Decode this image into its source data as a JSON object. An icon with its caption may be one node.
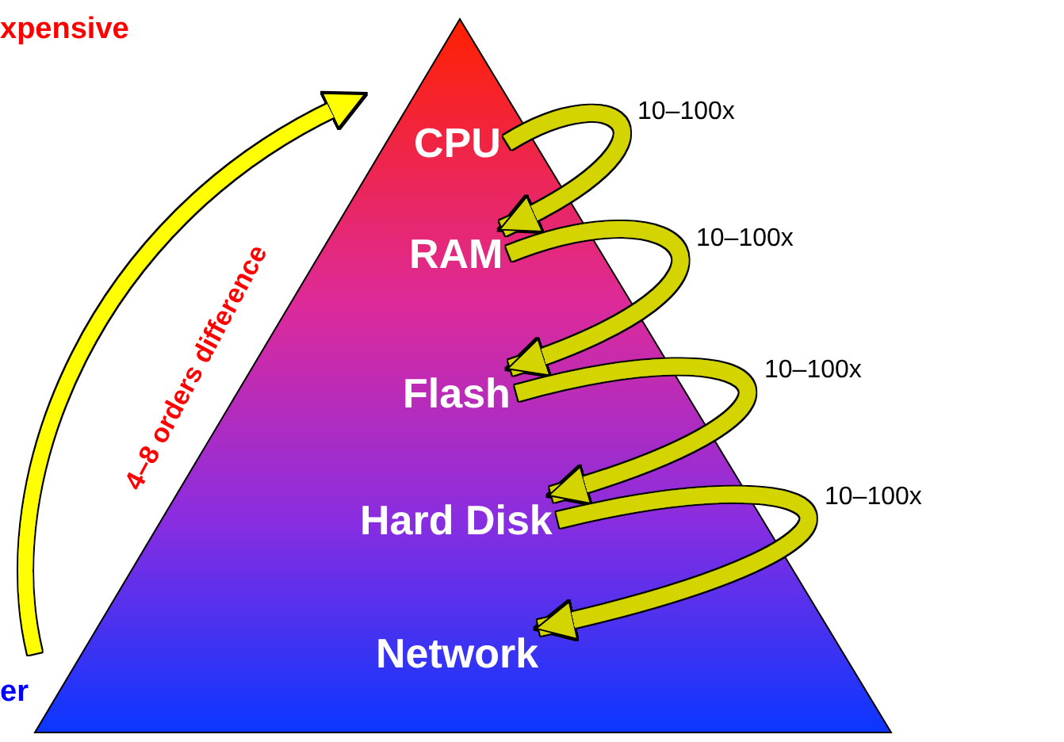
{
  "diagram": {
    "nodes": [
      {
        "text": [
          "CPU"
        ]
      },
      {
        "text": [
          "RAM"
        ]
      },
      {
        "text": [
          "Flash"
        ]
      },
      {
        "text": [
          "Hard Disk"
        ]
      },
      {
        "text": [
          "Network"
        ]
      }
    ],
    "edges": [
      {
        "from": 0,
        "to": 1,
        "arrow": "to",
        "label": "10–100x"
      },
      {
        "from": 1,
        "to": 2,
        "arrow": "to",
        "label": "10–100x"
      },
      {
        "from": 2,
        "to": 3,
        "arrow": "to",
        "label": "10–100x"
      },
      {
        "from": 3,
        "to": 4,
        "arrow": "to",
        "label": "10–100x"
      }
    ],
    "labels": [
      "xpensive",
      "4–8 orders difference",
      "er"
    ]
  }
}
